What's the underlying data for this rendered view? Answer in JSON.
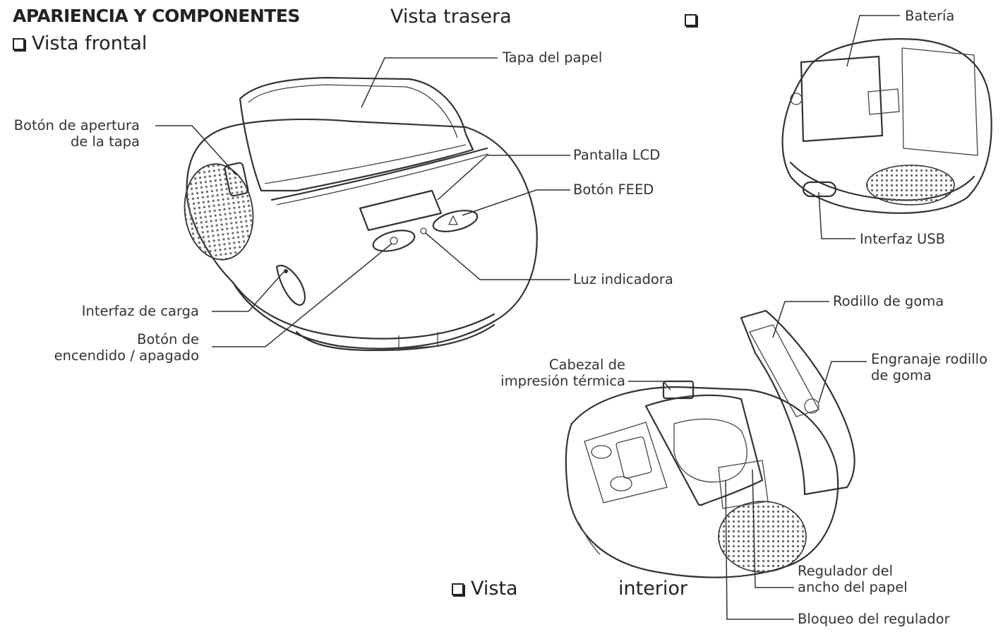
{
  "page_title": "APARIENCIA Y COMPONENTES",
  "sections": {
    "front": "Vista frontal",
    "rear": "Vista trasera",
    "interior_a": "Vista",
    "interior_b": "interior"
  },
  "labels": {
    "lid_button_1": "Botón de apertura",
    "lid_button_2": "de la tapa",
    "paper_cover": "Tapa del papel",
    "lcd": "Pantalla LCD",
    "feed": "Botón FEED",
    "indicator": "Luz indicadora",
    "charge_port": "Interfaz de carga",
    "power_1": "Botón de",
    "power_2": "encendido / apagado",
    "battery": "Batería",
    "usb": "Interfaz USB",
    "roller": "Rodillo de goma",
    "gear_1": "Engranaje rodillo",
    "gear_2": "de goma",
    "head_1": "Cabezal de",
    "head_2": "impresión térmica",
    "width_reg_1": "Regulador del",
    "width_reg_2": "ancho del papel",
    "reg_lock": "Bloqueo del regulador"
  }
}
